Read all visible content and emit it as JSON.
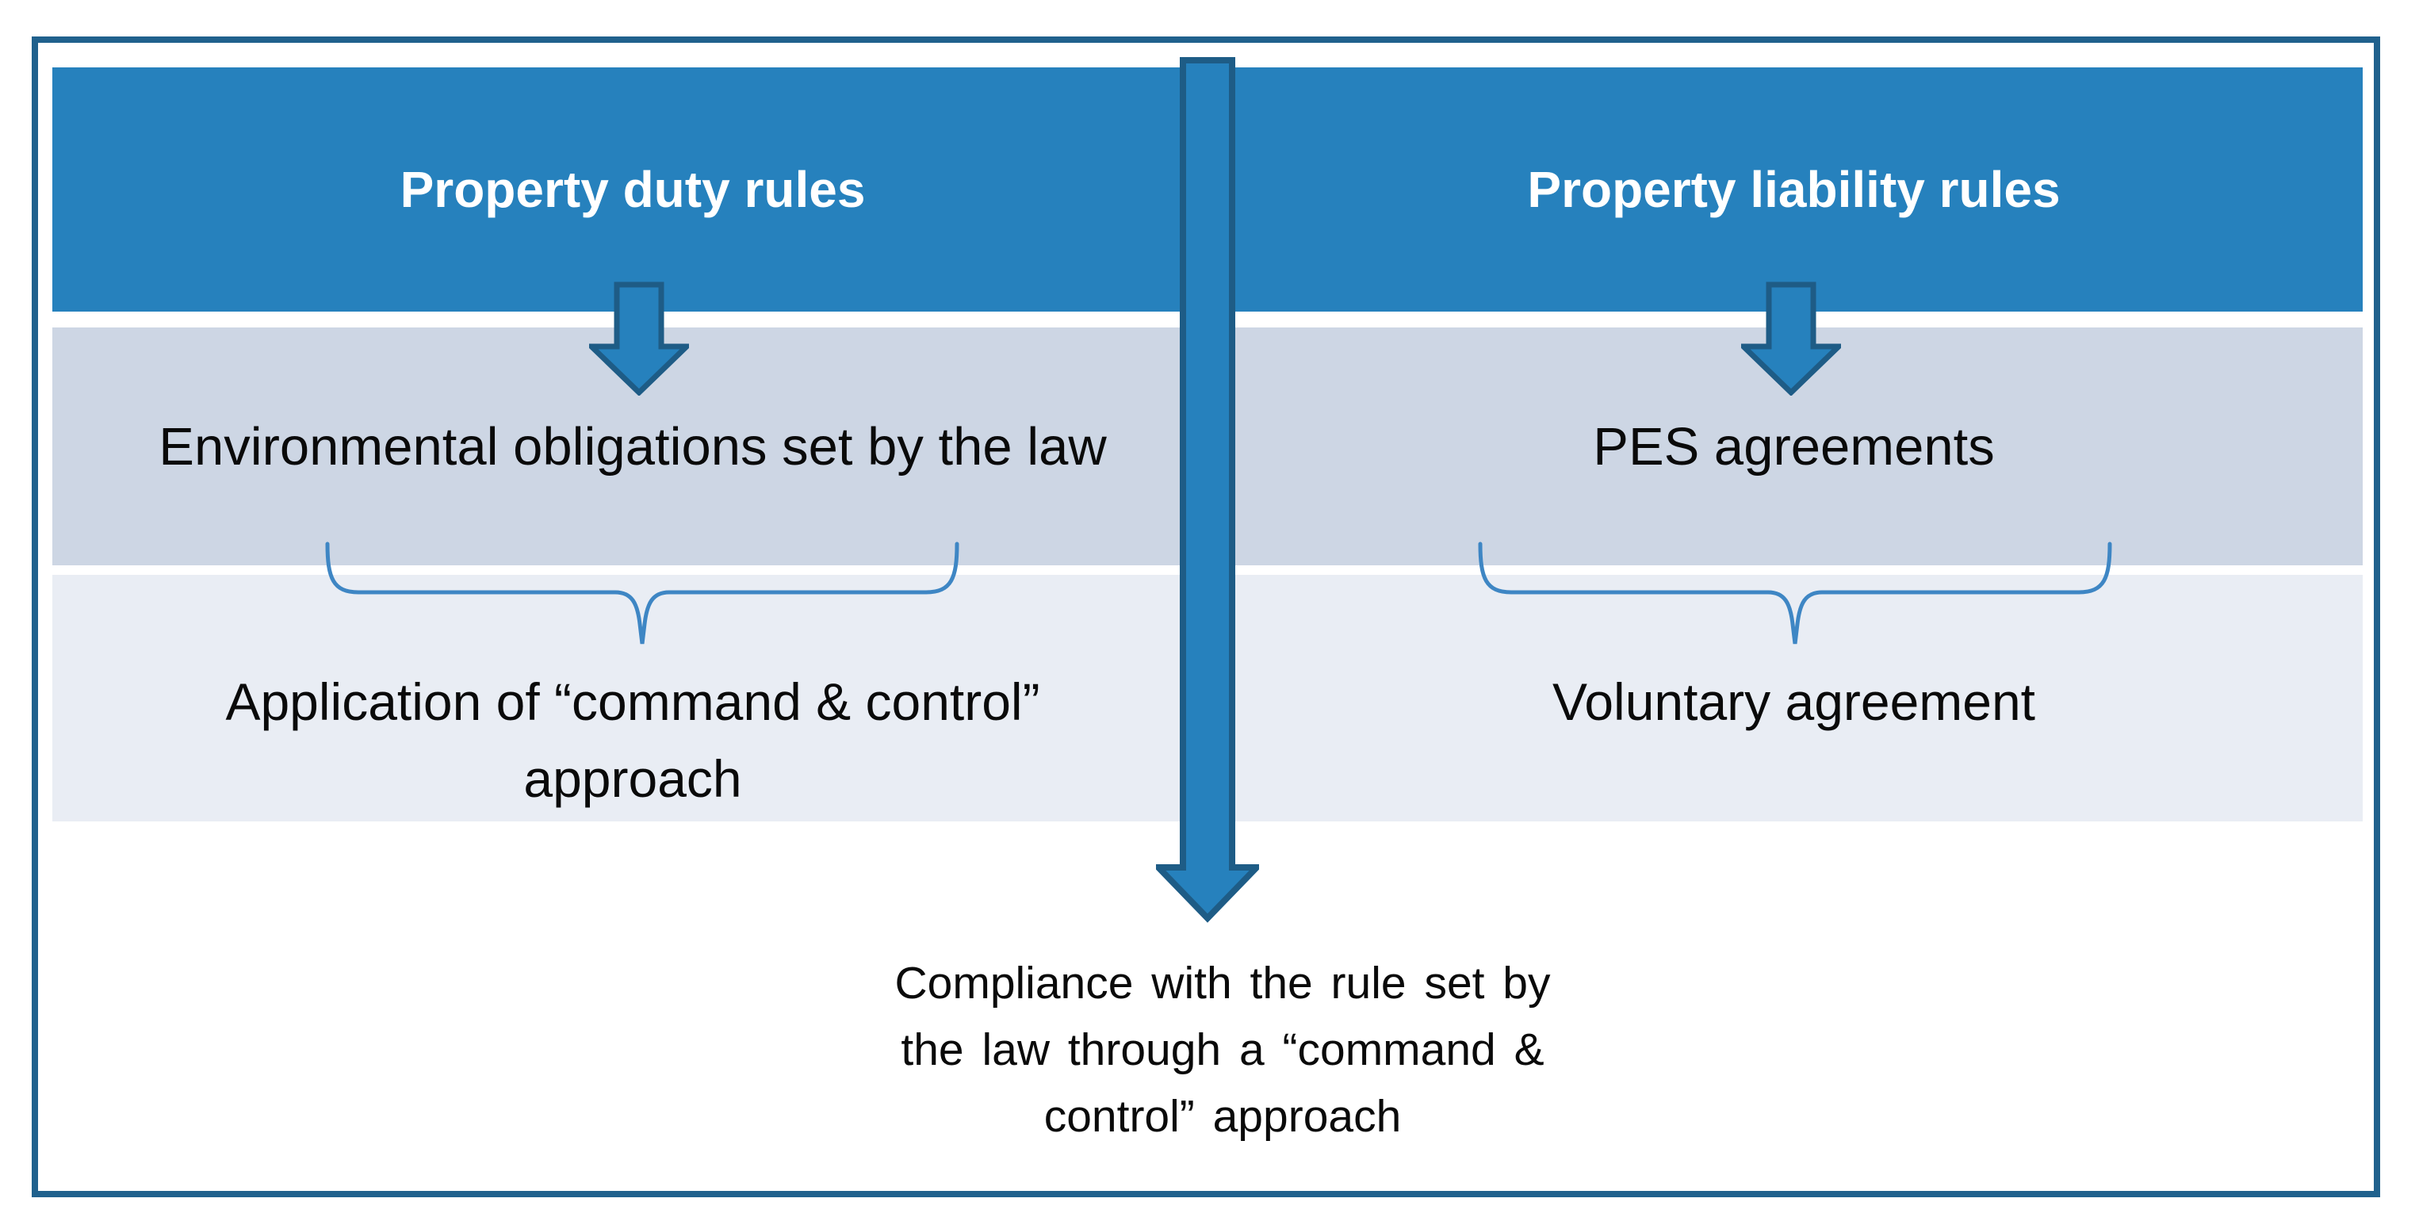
{
  "diagram": {
    "left_column": {
      "header": "Property duty rules",
      "obligation": "Environmental obligations set by the law",
      "approach_line1": "Application of “command & control”",
      "approach_line2": "approach"
    },
    "right_column": {
      "header": "Property liability rules",
      "obligation": "PES agreements",
      "approach": "Voluntary agreement"
    },
    "outcome": {
      "line1": "Compliance with the rule set by",
      "line2": "the law through a “command &",
      "line3": "control” approach"
    },
    "colors": {
      "frame_border": "#20618D",
      "header_bg": "#2681BD",
      "row2_bg": "#CDD6E4",
      "row3_bg": "#E9EDF4",
      "arrow_fill": "#2681BD",
      "arrow_outline": "#1E5C86",
      "brace": "#3E86C4",
      "header_text": "#FFFFFF",
      "body_text": "#0A0A0A"
    }
  }
}
